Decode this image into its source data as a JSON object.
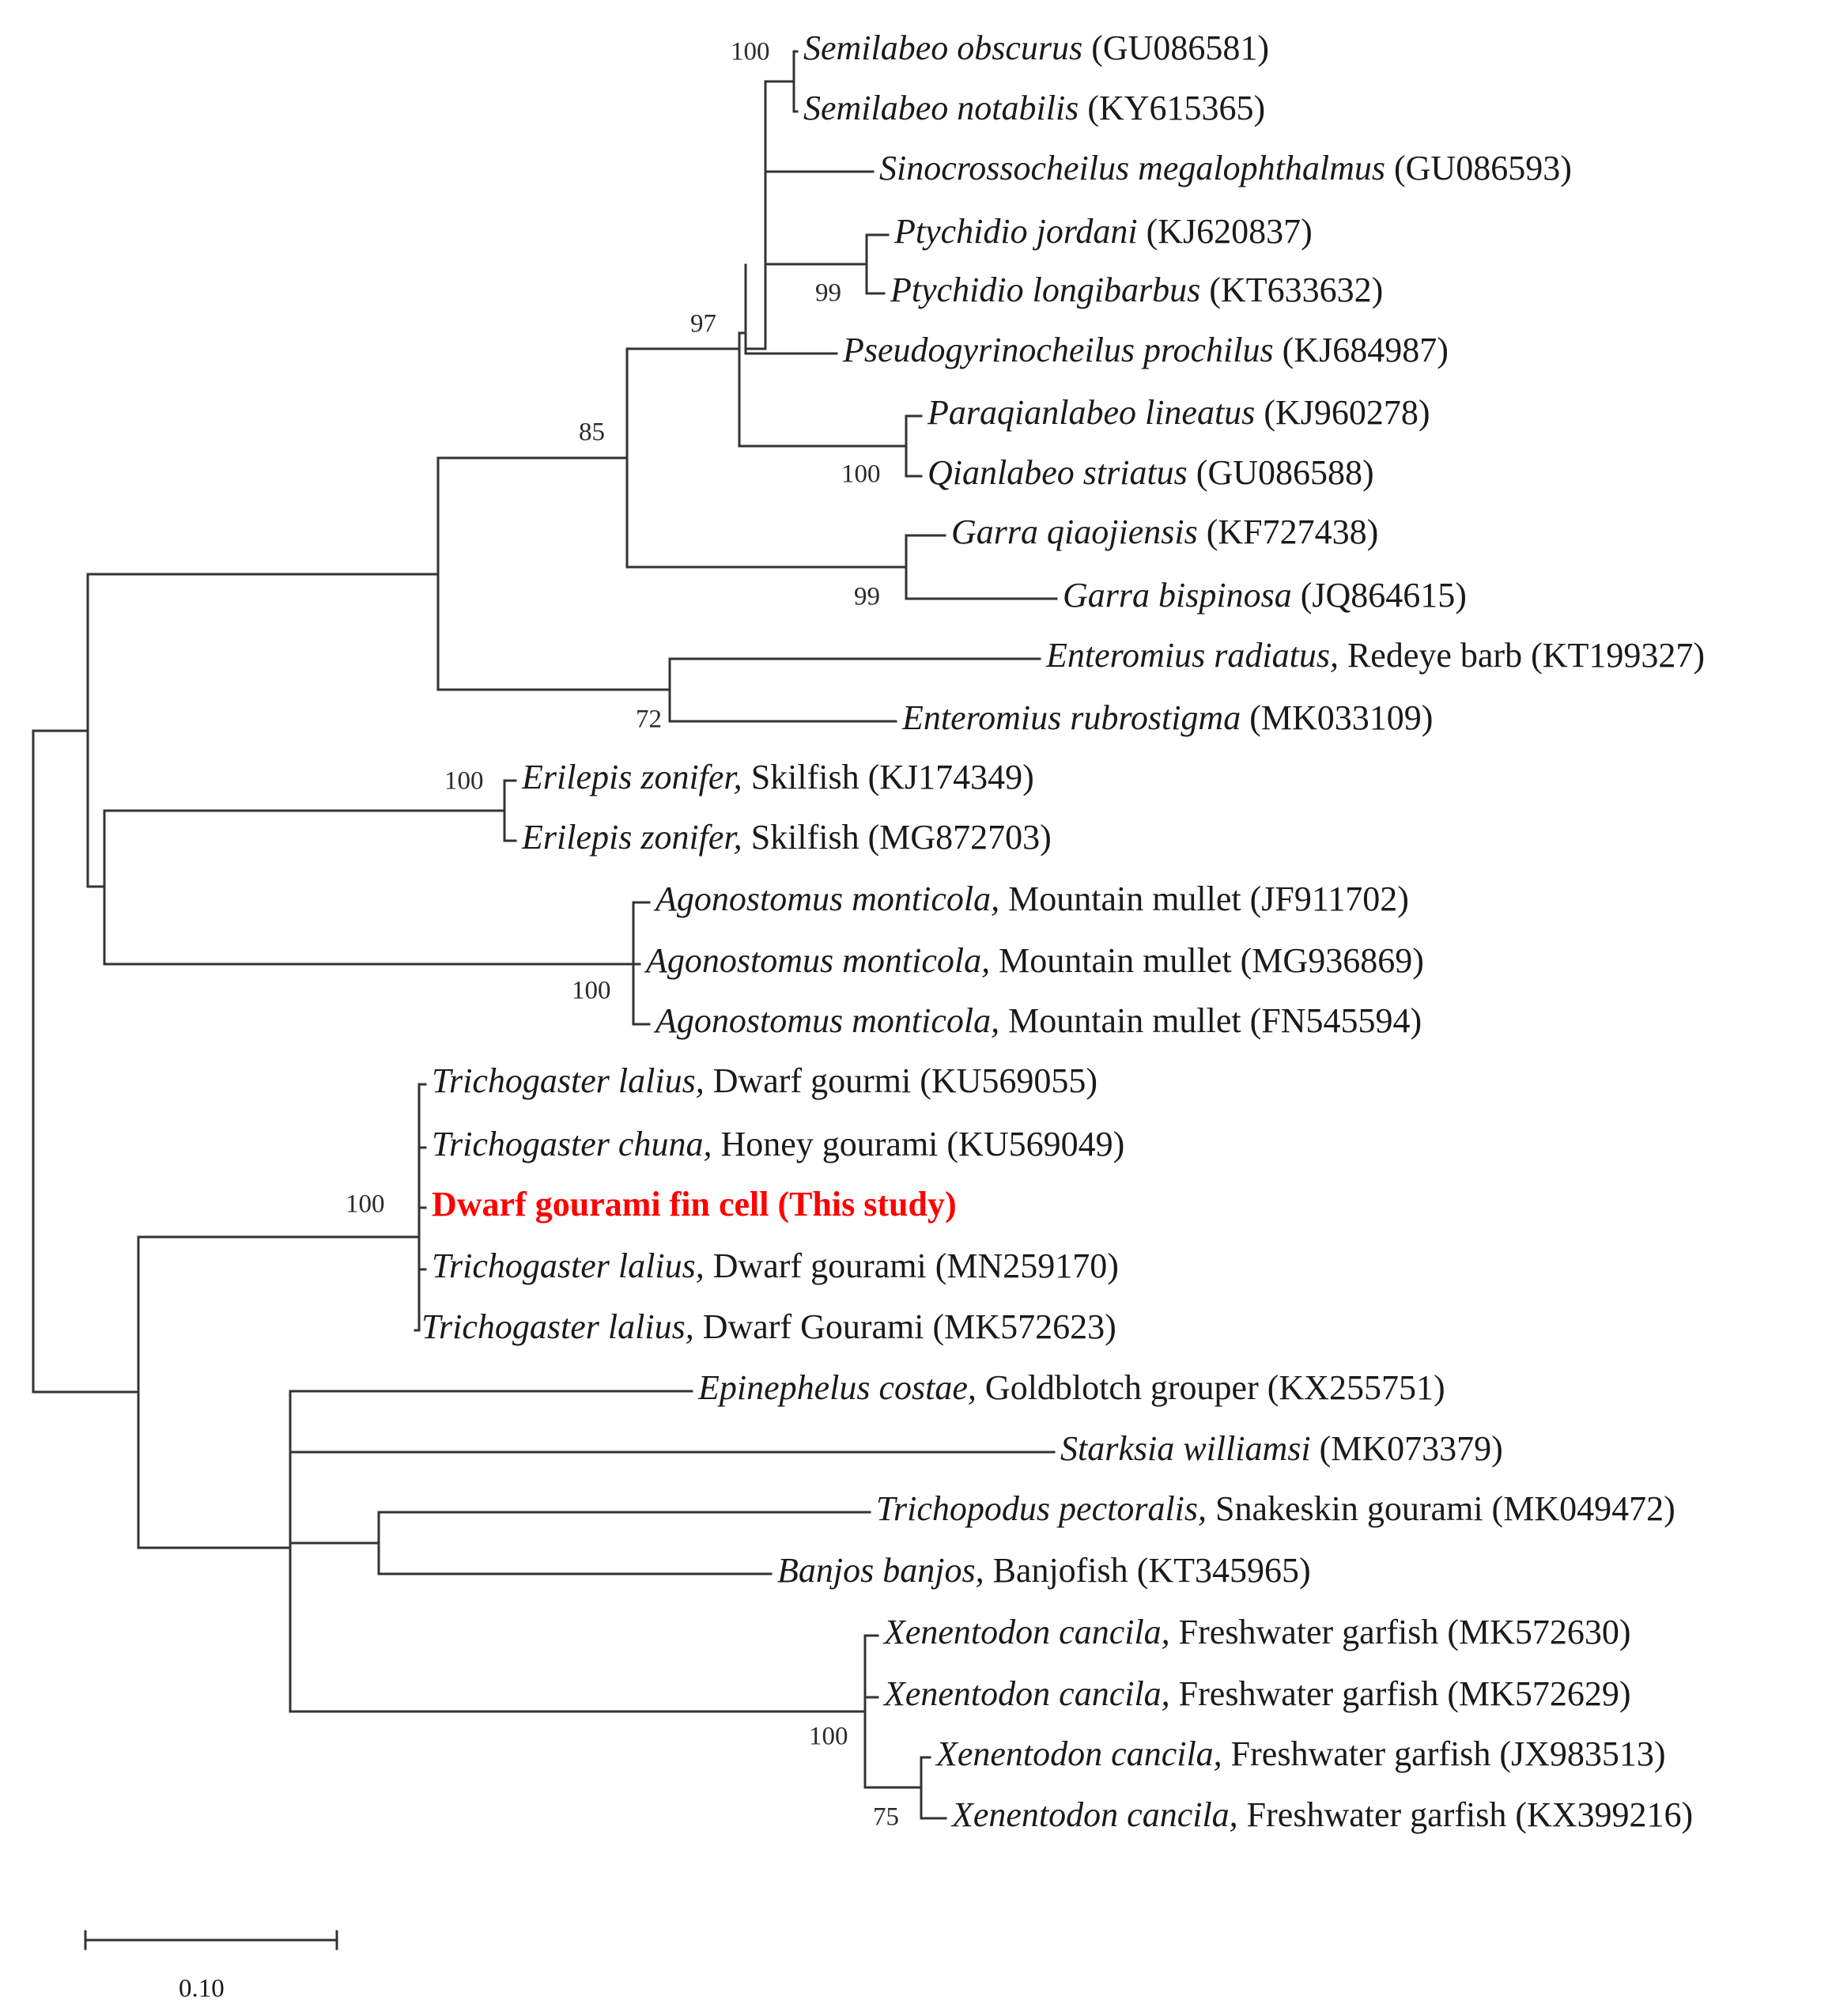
{
  "scale_bar": {
    "label": "0.10",
    "length": 0.1
  },
  "taxa": [
    {
      "id": "t1",
      "species": "Semilabeo obscurus",
      "common": "",
      "accession": "(GU086581)"
    },
    {
      "id": "t2",
      "species": "Semilabeo notabilis",
      "common": "",
      "accession": "(KY615365)"
    },
    {
      "id": "t3",
      "species": "Sinocrossocheilus megalophthalmus",
      "common": "",
      "accession": "(GU086593)"
    },
    {
      "id": "t4",
      "species": "Ptychidio jordani",
      "common": "",
      "accession": "(KJ620837)"
    },
    {
      "id": "t5",
      "species": "Ptychidio longibarbus",
      "common": "",
      "accession": "(KT633632)"
    },
    {
      "id": "t6",
      "species": "Pseudogyrinocheilus prochilus",
      "common": "",
      "accession": "(KJ684987)"
    },
    {
      "id": "t7",
      "species": "Paraqianlabeo lineatus",
      "common": "",
      "accession": "(KJ960278)"
    },
    {
      "id": "t8",
      "species": "Qianlabeo striatus",
      "common": "",
      "accession": "(GU086588)"
    },
    {
      "id": "t9",
      "species": "Garra qiaojiensis",
      "common": "",
      "accession": "(KF727438)"
    },
    {
      "id": "t10",
      "species": "Garra bispinosa",
      "common": "",
      "accession": "(JQ864615)"
    },
    {
      "id": "t11",
      "species": "Enteromius radiatus,",
      "common": "Redeye barb",
      "accession": "(KT199327)"
    },
    {
      "id": "t12",
      "species": "Enteromius rubrostigma",
      "common": "",
      "accession": "(MK033109)"
    },
    {
      "id": "t13",
      "species": "Erilepis zonifer,",
      "common": "Skilfish",
      "accession": "(KJ174349)"
    },
    {
      "id": "t14",
      "species": "Erilepis zonifer,",
      "common": "Skilfish",
      "accession": "(MG872703)"
    },
    {
      "id": "t15",
      "species": "Agonostomus monticola,",
      "common": "Mountain mullet",
      "accession": "(JF911702)"
    },
    {
      "id": "t16",
      "species": "Agonostomus monticola,",
      "common": "Mountain mullet",
      "accession": "(MG936869)"
    },
    {
      "id": "t17",
      "species": "Agonostomus monticola,",
      "common": "Mountain mullet",
      "accession": "(FN545594)"
    },
    {
      "id": "t18",
      "species": "Trichogaster lalius,",
      "common": "Dwarf gourmi",
      "accession": "(KU569055)"
    },
    {
      "id": "t19",
      "species": "Trichogaster chuna,",
      "common": "Honey gourami",
      "accession": "(KU569049)"
    },
    {
      "id": "t20",
      "species": "",
      "common": "Dwarf gourami fin cell (This study)",
      "accession": "",
      "highlight": "#ff0000"
    },
    {
      "id": "t21",
      "species": "Trichogaster lalius,",
      "common": "Dwarf gourami",
      "accession": "(MN259170)"
    },
    {
      "id": "t22",
      "species": "Trichogaster lalius,",
      "common": "Dwarf Gourami",
      "accession": "(MK572623)"
    },
    {
      "id": "t23",
      "species": "Epinephelus costae,",
      "common": "Goldblotch grouper",
      "accession": "(KX255751)"
    },
    {
      "id": "t24",
      "species": "Starksia williamsi",
      "common": "",
      "accession": "(MK073379)"
    },
    {
      "id": "t25",
      "species": "Trichopodus pectoralis,",
      "common": "Snakeskin gourami",
      "accession": "(MK049472)"
    },
    {
      "id": "t26",
      "species": "Banjos banjos,",
      "common": "Banjofish",
      "accession": "(KT345965)"
    },
    {
      "id": "t27",
      "species": "Xenentodon cancila,",
      "common": "Freshwater garfish",
      "accession": "(MK572630)"
    },
    {
      "id": "t28",
      "species": "Xenentodon cancila,",
      "common": "Freshwater garfish",
      "accession": "(MK572629)"
    },
    {
      "id": "t29",
      "species": "Xenentodon cancila,",
      "common": "Freshwater garfish",
      "accession": "(JX983513)"
    },
    {
      "id": "t30",
      "species": "Xenentodon cancila,",
      "common": "Freshwater garfish",
      "accession": "(KX399216)"
    }
  ],
  "bootstrap": {
    "semilabeo": "100",
    "ptychidio": "99",
    "semilabeo_group": "97",
    "paraqianlabeo_qianlabeo": "100",
    "garra": "99",
    "cyprinid_group": "85",
    "enteromius": "72",
    "erilepis": "100",
    "agonostomus": "100",
    "trichogaster": "100",
    "xenentodon": "100",
    "xenentodon_subclade": "75"
  }
}
